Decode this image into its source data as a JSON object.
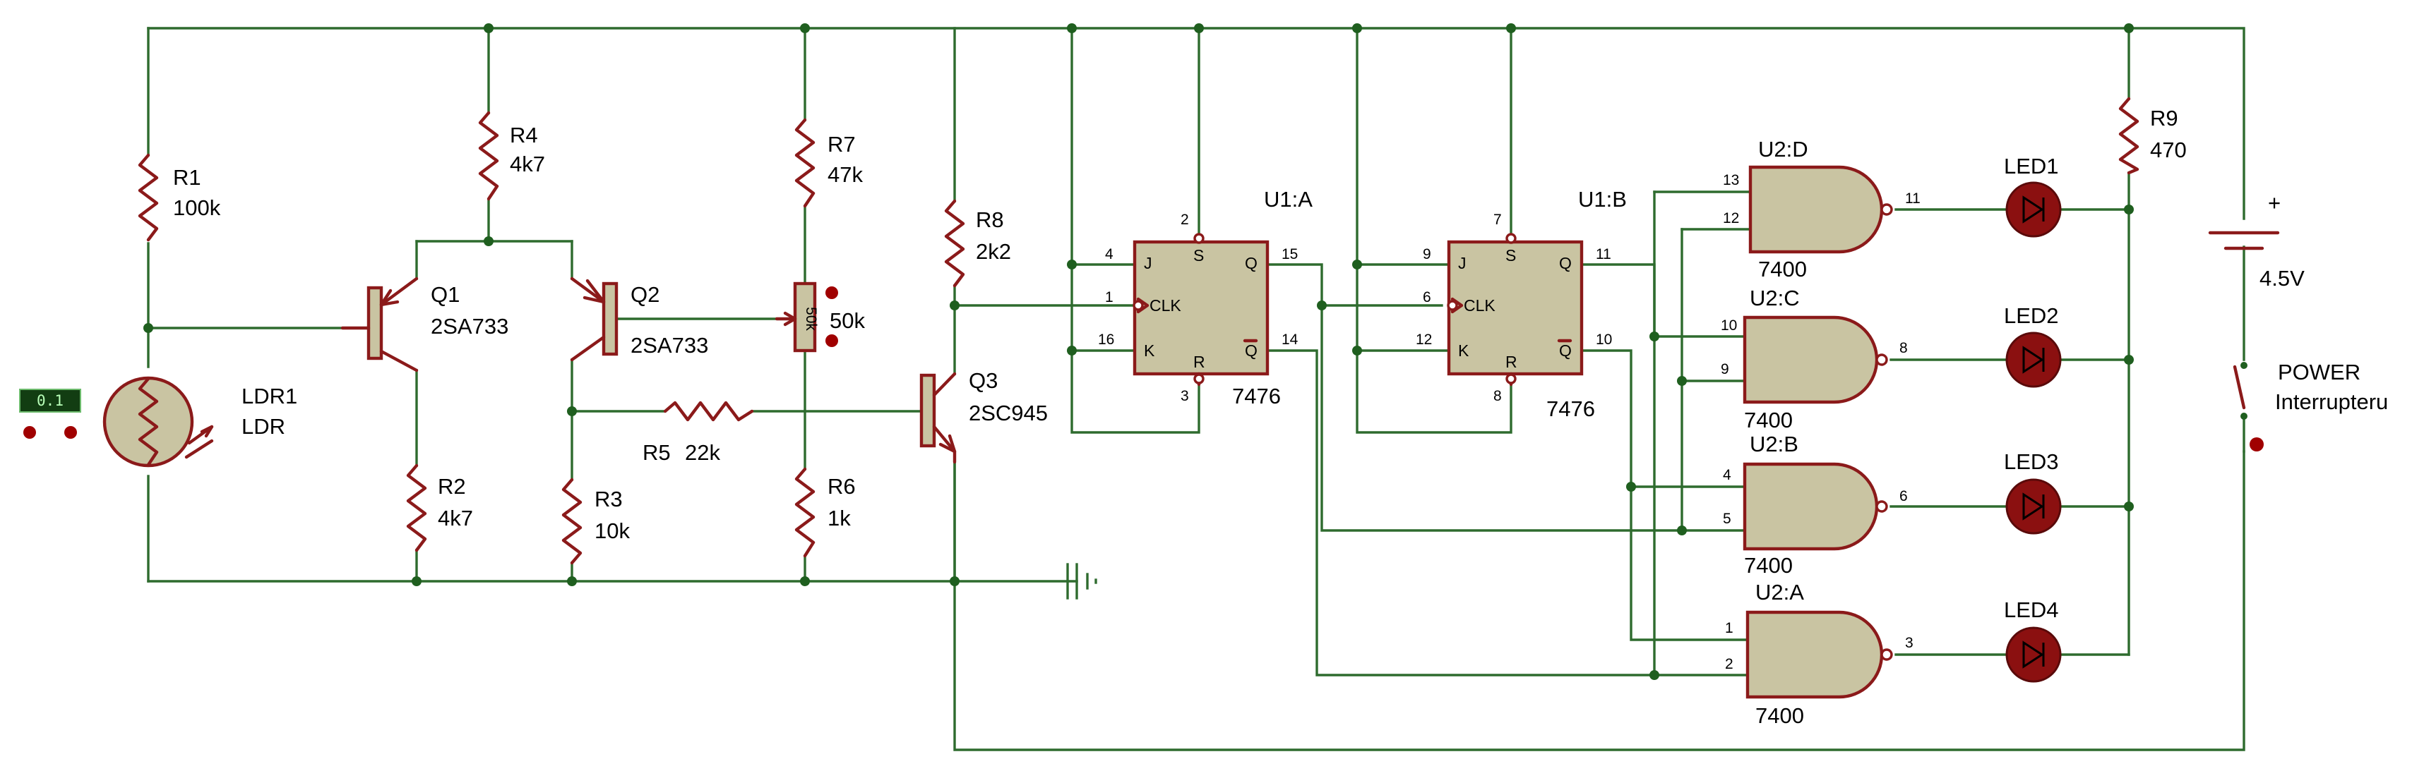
{
  "resistors": [
    {
      "ref": "R1",
      "value": "100k"
    },
    {
      "ref": "R2",
      "value": "4k7"
    },
    {
      "ref": "R3",
      "value": "10k"
    },
    {
      "ref": "R4",
      "value": "4k7"
    },
    {
      "ref": "R5",
      "value": "22k"
    },
    {
      "ref": "R6",
      "value": "1k"
    },
    {
      "ref": "R7",
      "value": "47k"
    },
    {
      "ref": "R8",
      "value": "2k2"
    },
    {
      "ref": "R9",
      "value": "470"
    }
  ],
  "potentiometer": {
    "value": "50k",
    "body_text": "50k"
  },
  "ldr": {
    "ref": "LDR1",
    "value": "LDR"
  },
  "meter": {
    "reading": "0.1"
  },
  "transistors": [
    {
      "ref": "Q1",
      "part": "2SA733"
    },
    {
      "ref": "Q2",
      "part": "2SA733"
    },
    {
      "ref": "Q3",
      "part": "2SC945"
    }
  ],
  "flipflops": [
    {
      "ref": "U1:A",
      "part": "7476",
      "pins": {
        "J": "J",
        "CLK": "CLK",
        "K": "K",
        "Q": "Q",
        "QN": "Q",
        "S": "S",
        "R": "R",
        "j": "4",
        "clk": "1",
        "k": "16",
        "q": "15",
        "qn": "14",
        "s": "2",
        "r": "3"
      }
    },
    {
      "ref": "U1:B",
      "part": "7476",
      "pins": {
        "J": "J",
        "CLK": "CLK",
        "K": "K",
        "Q": "Q",
        "QN": "Q",
        "S": "S",
        "R": "R",
        "j": "9",
        "clk": "6",
        "k": "12",
        "q": "11",
        "qn": "10",
        "s": "7",
        "r": "8"
      }
    }
  ],
  "gates": [
    {
      "ref": "U2:D",
      "part": "7400",
      "in1": "13",
      "in2": "12",
      "out": "11"
    },
    {
      "ref": "U2:C",
      "part": "7400",
      "in1": "10",
      "in2": "9",
      "out": "8"
    },
    {
      "ref": "U2:B",
      "part": "7400",
      "in1": "4",
      "in2": "5",
      "out": "6"
    },
    {
      "ref": "U2:A",
      "part": "7400",
      "in1": "1",
      "in2": "2",
      "out": "3"
    }
  ],
  "leds": [
    {
      "ref": "LED1"
    },
    {
      "ref": "LED2"
    },
    {
      "ref": "LED3"
    },
    {
      "ref": "LED4"
    }
  ],
  "battery": {
    "value": "4.5V",
    "polarity": "+"
  },
  "switch": {
    "line1": "POWER",
    "line2": "Interrupteru"
  },
  "colors": {
    "wire": "#2e6b2e",
    "component": "#8b1a1a",
    "chip_body": "#c9c4a2",
    "led": "#8b1010"
  }
}
